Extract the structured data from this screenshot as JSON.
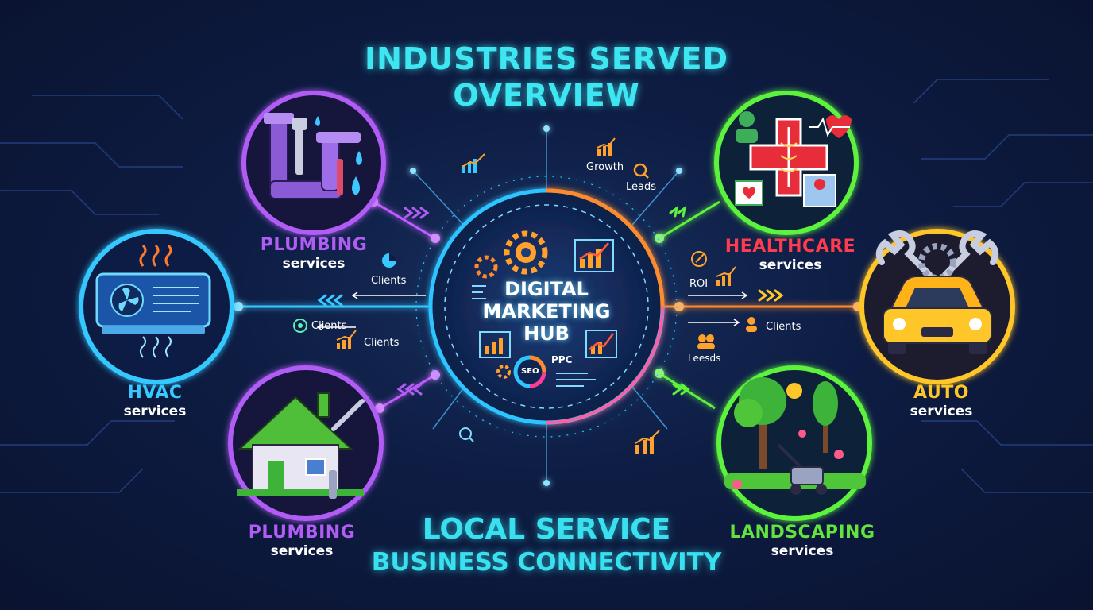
{
  "title": {
    "line1": "INDUSTRIES SERVED",
    "line2": "OVERVIEW"
  },
  "hub": {
    "line1": "DIGITAL",
    "line2": "MARKETING",
    "line3": "HUB",
    "seo": "SEO",
    "ppc": "PPC"
  },
  "bottom_title": {
    "line1": "LOCAL SERVICE",
    "line2": "BUSINESS CONNECTIVITY"
  },
  "nodes": [
    {
      "id": "plumbing-top",
      "name": "PLUMBING",
      "sub": "services",
      "color": "#b05cf5"
    },
    {
      "id": "hvac",
      "name": "HVAC",
      "sub": "services",
      "color": "#36c8ff"
    },
    {
      "id": "plumbing-bottom",
      "name": "PLUMBING",
      "sub": "services",
      "color": "#b05cf5"
    },
    {
      "id": "healthcare",
      "name": "HEALTHCARE",
      "sub": "services",
      "color": "#ff3b4e"
    },
    {
      "id": "auto",
      "name": "AUTO",
      "sub": "services",
      "color": "#ffc629"
    },
    {
      "id": "landscaping",
      "name": "LANDSCAPING",
      "sub": "services",
      "color": "#62e43e"
    }
  ],
  "annotations": {
    "growth": "Growth",
    "leads_top": "Leads",
    "clients_1": "Clients",
    "clients_2": "Clients",
    "clients_3": "Clients",
    "roi": "ROI",
    "clients_4": "Clients",
    "leesds": "Leesds"
  },
  "colors": {
    "cyan": "#3ee6f2",
    "purple": "#b05cf5",
    "blue": "#36c8ff",
    "red": "#ff3b4e",
    "yellow": "#ffc629",
    "green": "#62e43e",
    "orange": "#ff8a2a"
  }
}
